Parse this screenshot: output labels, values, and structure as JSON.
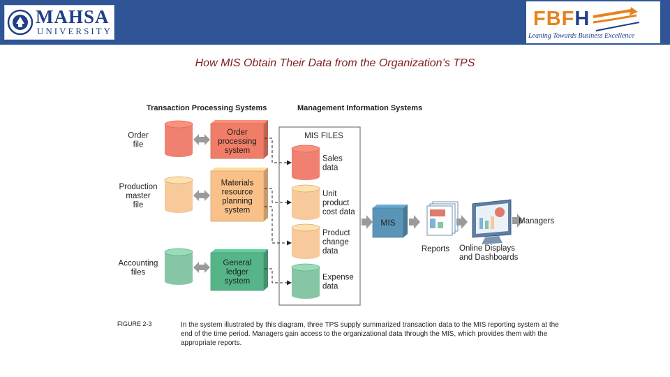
{
  "header": {
    "left_logo": {
      "line1": "MAHSA",
      "line2": "UNIVERSITY"
    },
    "right_logo": {
      "brand_fbf": "FBF",
      "brand_h": "H",
      "tagline": "Leaning Towards Business Excellence"
    },
    "bar_color": "#2f5597"
  },
  "title": "How MIS Obtain Their Data from the Organization’s TPS",
  "diagram": {
    "tps_heading": "Transaction Processing Systems",
    "mis_heading": "Management Information Systems",
    "tps_files": [
      {
        "lines": [
          "Order",
          "file"
        ],
        "color": "#f08070"
      },
      {
        "lines": [
          "Production",
          "master",
          "file"
        ],
        "color": "#f8c99a"
      },
      {
        "lines": [
          "Accounting",
          "files"
        ],
        "color": "#86c6a4"
      }
    ],
    "tps_systems": [
      {
        "lines": [
          "Order",
          "processing",
          "system"
        ],
        "color": "#f07d67"
      },
      {
        "lines": [
          "Materials",
          "resource",
          "planning",
          "system"
        ],
        "color": "#f9c188"
      },
      {
        "lines": [
          "General",
          "ledger",
          "system"
        ],
        "color": "#55b589"
      }
    ],
    "mis_files_title": "MIS FILES",
    "mis_files": [
      {
        "lines": [
          "Sales",
          "data"
        ],
        "color": "#f08070"
      },
      {
        "lines": [
          "Unit",
          "product",
          "cost data"
        ],
        "color": "#f8c99a"
      },
      {
        "lines": [
          "Product",
          "change",
          "data"
        ],
        "color": "#f8c99a"
      },
      {
        "lines": [
          "Expense",
          "data"
        ],
        "color": "#86c6a4"
      }
    ],
    "mis_box": "MIS",
    "reports_label": "Reports",
    "displays_label": [
      "Online Displays",
      "and Dashboards"
    ],
    "managers_label": "Managers"
  },
  "figure_label": "FIGURE 2-3",
  "caption": "In the system illustrated by this diagram, three TPS supply summarized transaction data to the MIS reporting system at the end of the time period. Managers gain access to the organizational data through the MIS, which provides them with the appropriate reports."
}
